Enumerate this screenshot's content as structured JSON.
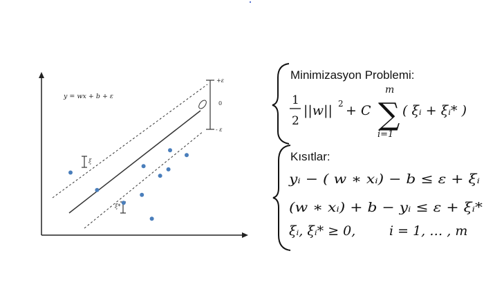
{
  "plot": {
    "equation": "y = wx + b + ε",
    "epsilon_plus": "+ε",
    "zero": "0",
    "epsilon_minus": "- ε",
    "xi": "ξ",
    "xi_star": "ξ*",
    "point_color": "#4a7ebb",
    "points": [
      {
        "x": 1.0,
        "y": 3.5,
        "slack": "xi"
      },
      {
        "x": 2.6,
        "y": 2.4
      },
      {
        "x": 4.2,
        "y": 1.6
      },
      {
        "x": 5.3,
        "y": 2.1
      },
      {
        "x": 5.4,
        "y": 3.9
      },
      {
        "x": 6.4,
        "y": 3.3
      },
      {
        "x": 6.9,
        "y": 3.7
      },
      {
        "x": 7.0,
        "y": 4.9
      },
      {
        "x": 8.0,
        "y": 4.6
      },
      {
        "x": 5.9,
        "y": 0.6,
        "slack": "xi_star"
      }
    ]
  },
  "formulas": {
    "heading": "Minimizasyon Problemi:",
    "objective": {
      "frac_num": "1",
      "frac_den": "2",
      "norm": "||w||",
      "norm_exp": "2",
      "plus_c": "+ C",
      "sum_top": "m",
      "sum_symbol": "∑",
      "sum_bottom": "i=1",
      "summand": "( ξᵢ + ξᵢ* )"
    },
    "constraints_heading": "Kısıtlar:",
    "c1": "yᵢ − ( w ∗ xᵢ) − b ≤ ε + ξᵢ",
    "c2": "(w ∗ xᵢ) + b − yᵢ ≤ ε + ξᵢ*",
    "c3a": "ξᵢ, ξᵢ* ≥ 0,",
    "c3b": "i = 1, … , m"
  }
}
